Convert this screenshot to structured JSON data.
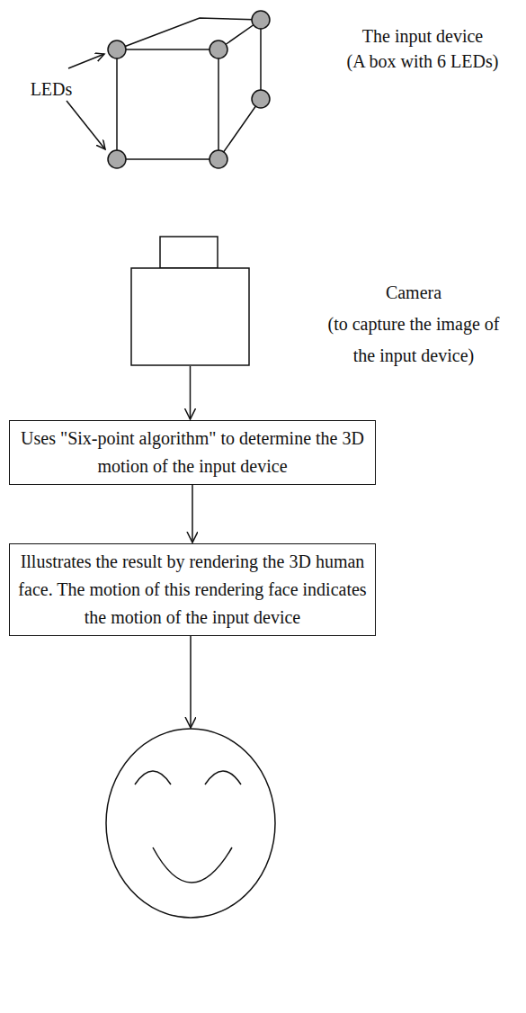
{
  "diagram": {
    "nodes": [
      {
        "text": [
          "Camera",
          "(to capture the image of the input device)"
        ]
      },
      {
        "text": [
          "Uses \"Six-point algorithm\" to determine the 3D motion of the input device"
        ]
      },
      {
        "text": [
          "Illustrates the result by rendering the 3D human face. The motion of this rendering face indicates the motion of the input device"
        ]
      }
    ],
    "edges": [
      {
        "from": 0,
        "to": 1,
        "arrow": "to"
      },
      {
        "from": 1,
        "to": 2,
        "arrow": "to"
      }
    ],
    "labels": [
      "LEDs",
      "The input device",
      "(A box with 6 LEDs)"
    ]
  }
}
